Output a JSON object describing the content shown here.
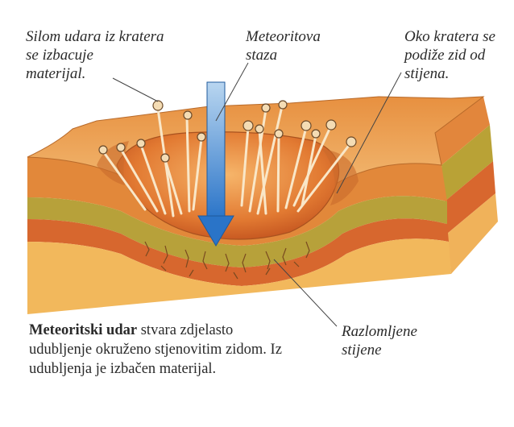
{
  "labels": {
    "ejecta": "Silom udara iz kratera\nse izbacuje\nmaterijal.",
    "path": "Meteoritova\nstaza",
    "rim": "Oko kratera se\npodiže zid od\nstijena.",
    "fractured": "Razlomljene\nstijene"
  },
  "caption": {
    "bold": "Meteoritski udar",
    "text": " stvara zdjelasto udubljenje okruženo stjenovitim zidom. Iz udubljenja je izbačen materijal."
  },
  "colors": {
    "surface": "#f0a04a",
    "surface_light": "#f7c27a",
    "crater": "#e8823a",
    "layer_top": "#e89a3c",
    "layer_olive": "#b7a23a",
    "layer_red": "#d9682e",
    "layer_bottom": "#f0b85a",
    "arrow": "#2f7fd0"
  }
}
